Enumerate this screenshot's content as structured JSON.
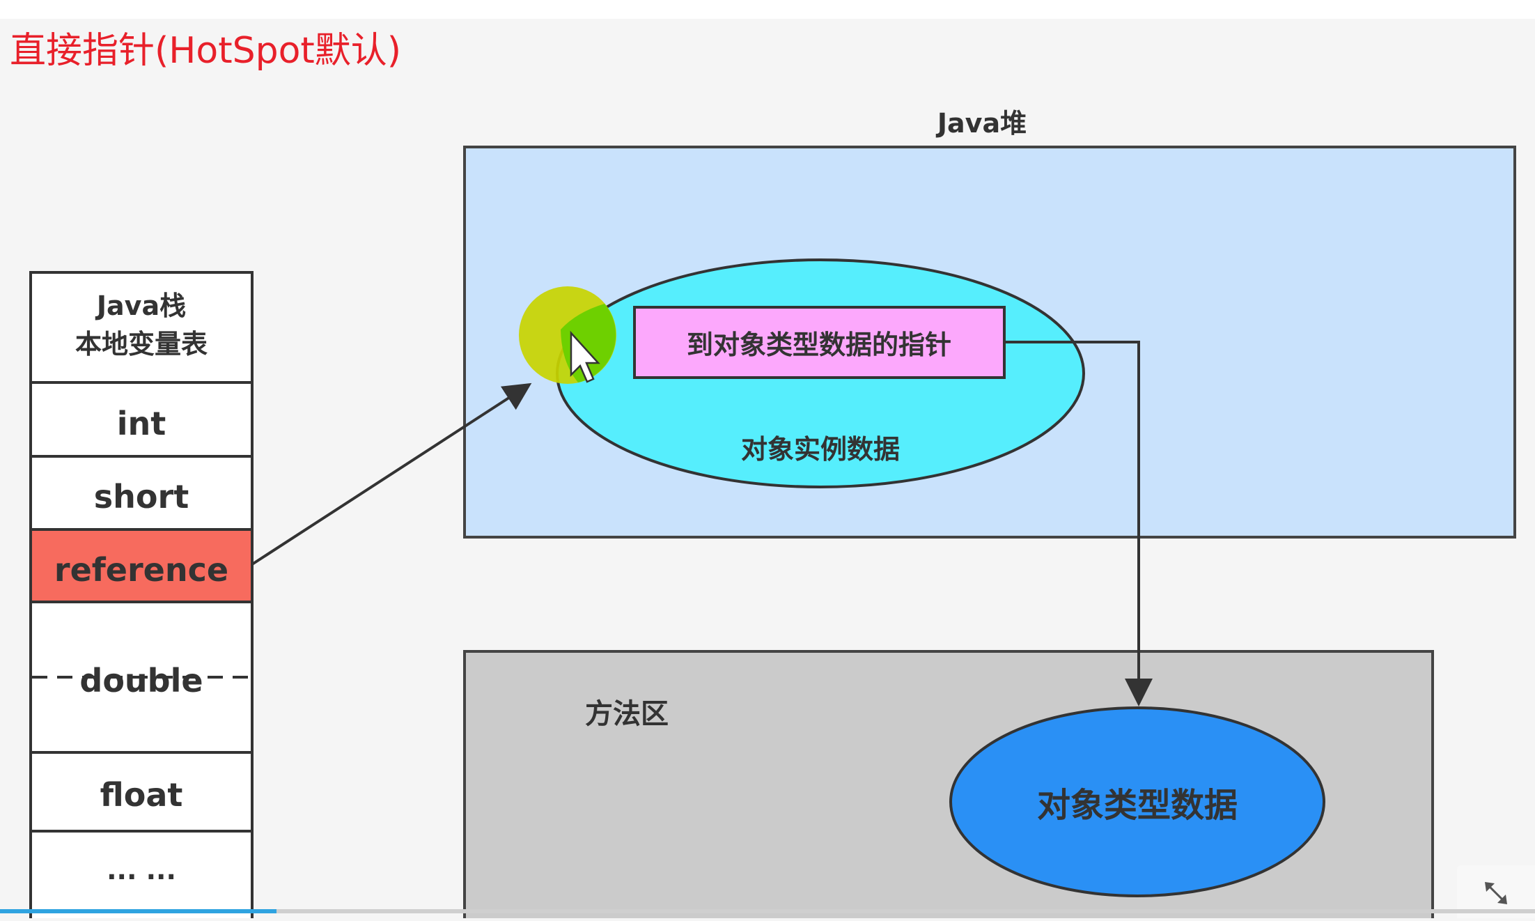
{
  "title": "直接指针(HotSpot默认)",
  "heap": {
    "label": "Java堆",
    "object_ellipse_label": "对象实例数据",
    "pointer_box_label": "到对象类型数据的指针"
  },
  "stack": {
    "header_line1": "Java栈",
    "header_line2": "本地变量表",
    "rows": [
      "int",
      "short",
      "reference",
      "double",
      "float",
      "... ..."
    ]
  },
  "method_area": {
    "label": "方法区",
    "type_ellipse_label": "对象类型数据"
  },
  "colors": {
    "heap_fill": "#c9e2fc",
    "object_ellipse_fill": "#56eefd",
    "pointer_box_fill": "#fca8fc",
    "reference_fill": "#f76b5e",
    "method_area_fill": "#cbcbcb",
    "type_ellipse_fill": "#2a90f5",
    "cursor_highlight": "#c8d400",
    "title_color": "#e8202a"
  },
  "player": {
    "progress": 0.18,
    "expand_icon": "expand-arrows-icon"
  }
}
